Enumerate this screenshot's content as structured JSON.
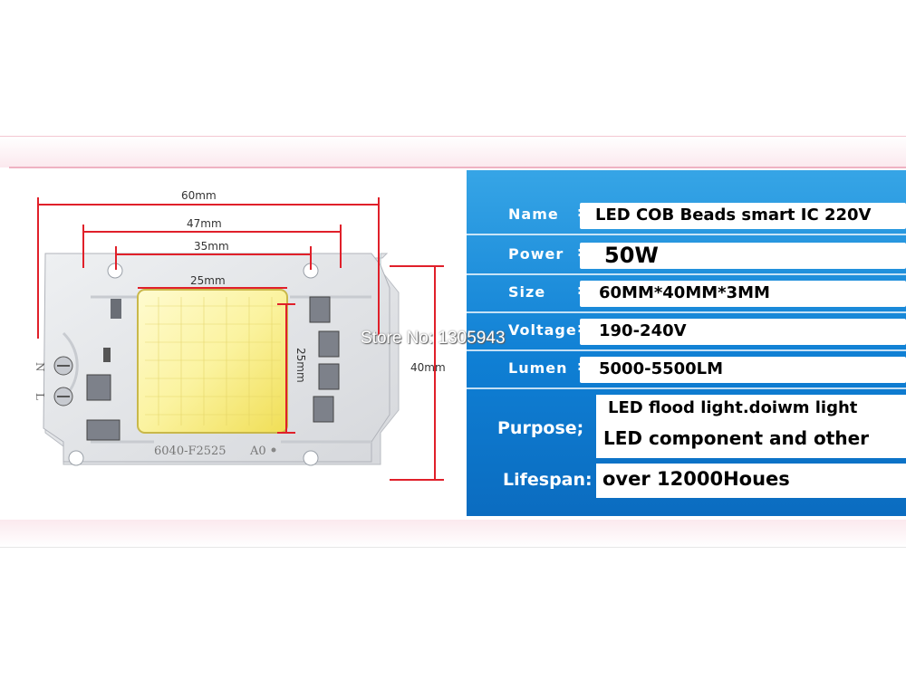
{
  "dimensions": {
    "width_label": "60mm",
    "inner_width_label": "47mm",
    "hole_spacing_label": "35mm",
    "chip_width_label": "25mm",
    "chip_height_label": "25mm",
    "height_label": "40mm"
  },
  "board": {
    "model_marking": "6040-F2525",
    "rev_marking": "A0",
    "terminal_n": "N",
    "terminal_l": "L"
  },
  "specs": {
    "name_label": "Name",
    "name_value": "LED COB Beads smart IC 220V",
    "power_label": "Power",
    "power_value": "50W",
    "size_label": "Size",
    "size_value": "60MM*40MM*3MM",
    "voltage_label": "Voltage",
    "voltage_value": "190-240V",
    "lumen_label": "Lumen",
    "lumen_value": "5000-5500LM",
    "purpose_label": "Purpose;",
    "purpose_line1": "LED flood light.doiwm light",
    "purpose_line2": "LED component and other",
    "lifespan_label": "Lifespan:",
    "lifespan_value": "over 12000Houes",
    "colon": ":"
  },
  "watermark": "Store No: 1305943",
  "colors": {
    "panel_blue": "#0f7fd4",
    "dimension_red": "#e0202a",
    "board_gray": "#e4e4e8",
    "chip_yellow": "#f4e45a"
  }
}
